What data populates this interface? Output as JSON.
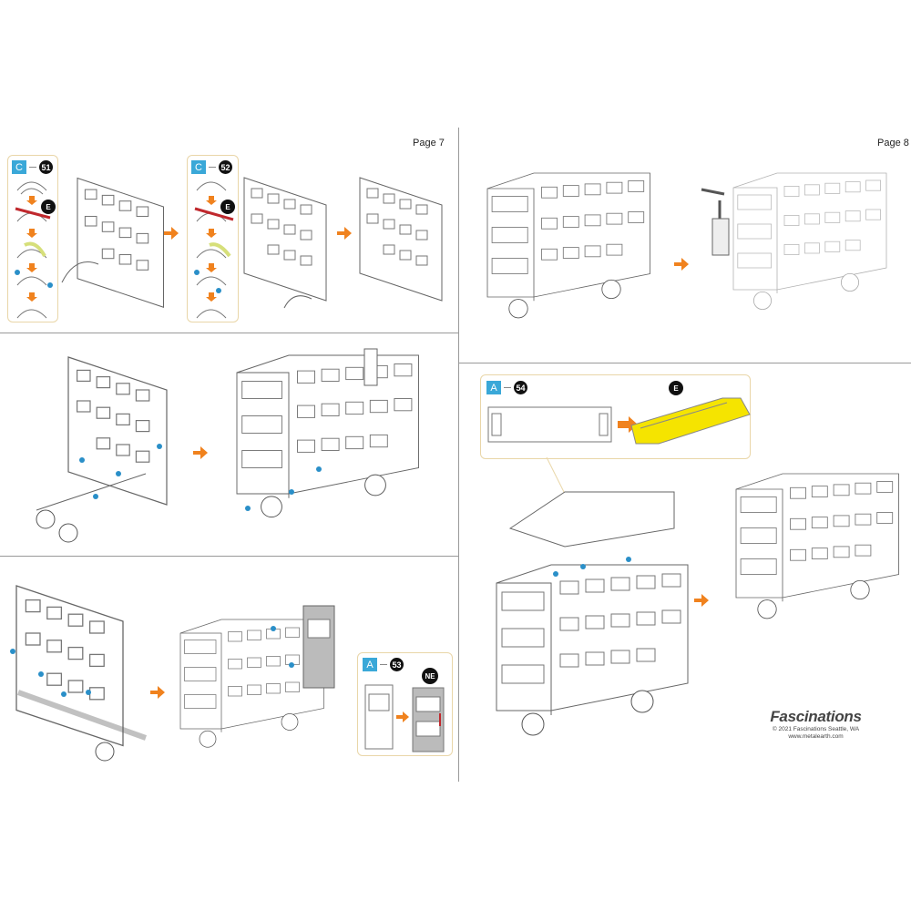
{
  "pages": [
    {
      "label": "Page 7"
    },
    {
      "label": "Page 8"
    }
  ],
  "steps": [
    {
      "sheet": "C",
      "number": "51",
      "tool": "E"
    },
    {
      "sheet": "C",
      "number": "52",
      "tool": "E"
    },
    {
      "sheet": "A",
      "number": "53",
      "tool": "NE"
    },
    {
      "sheet": "A",
      "number": "54",
      "tool": "E"
    }
  ],
  "footer": {
    "brand": "Fascinations",
    "copyright": "© 2021 Fascinations Seattle, WA",
    "website": "www.metalearth.com"
  },
  "colors": {
    "arrow": "#f0821e",
    "sheet_badge": "#3aa8d8",
    "callout_border": "#e9d6a8",
    "highlight_yellow": "#f5e400",
    "pin_blue": "#2a8fc8",
    "tab_red": "#c0282d"
  }
}
